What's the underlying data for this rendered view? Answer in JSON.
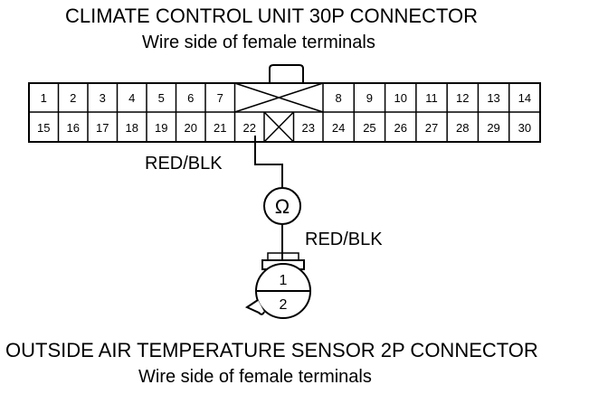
{
  "top_connector": {
    "title": "CLIMATE CONTROL UNIT 30P CONNECTOR",
    "subtitle": "Wire side of female terminals",
    "row1_left": [
      "1",
      "2",
      "3",
      "4",
      "5",
      "6",
      "7"
    ],
    "row1_right": [
      "8",
      "9",
      "10",
      "11",
      "12",
      "13",
      "14"
    ],
    "row2_left": [
      "15",
      "16",
      "17",
      "18",
      "19",
      "20",
      "21"
    ],
    "row2_mid_left": "22",
    "row2_mid_right": "23",
    "row2_right": [
      "24",
      "25",
      "26",
      "27",
      "28",
      "29",
      "30"
    ]
  },
  "wire_labels": {
    "upper": "RED/BLK",
    "lower": "RED/BLK"
  },
  "meter_symbol": "Ω",
  "bottom_connector": {
    "title": "OUTSIDE AIR TEMPERATURE SENSOR 2P CONNECTOR",
    "subtitle": "Wire side of female terminals",
    "pin_top": "1",
    "pin_bottom": "2"
  }
}
